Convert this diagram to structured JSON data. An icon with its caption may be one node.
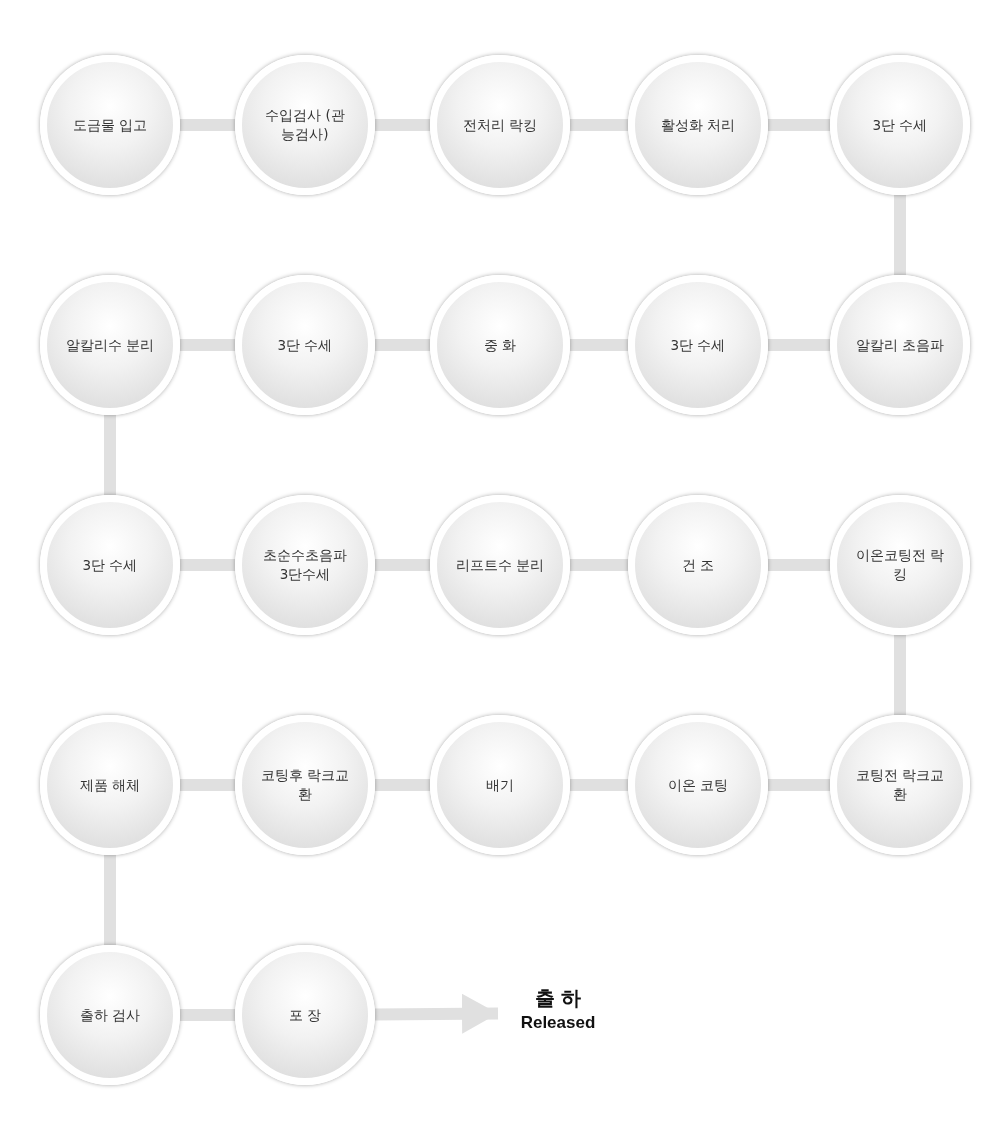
{
  "diagram": {
    "nodes": [
      {
        "text": [
          "도금물 입고"
        ]
      },
      {
        "text": [
          "수입검사 (관능검사)"
        ]
      },
      {
        "text": [
          "전처리 락킹"
        ]
      },
      {
        "text": [
          "활성화 처리"
        ]
      },
      {
        "text": [
          "3단 수세"
        ]
      },
      {
        "text": [
          "알칼리수 분리"
        ]
      },
      {
        "text": [
          "3단 수세"
        ]
      },
      {
        "text": [
          "중 화"
        ]
      },
      {
        "text": [
          "3단 수세"
        ]
      },
      {
        "text": [
          "알칼리 초음파"
        ]
      },
      {
        "text": [
          "3단 수세"
        ]
      },
      {
        "text": [
          "초순수초음파 3단수세"
        ]
      },
      {
        "text": [
          "리프트수 분리"
        ]
      },
      {
        "text": [
          "건 조"
        ]
      },
      {
        "text": [
          "이온코팅전 락킹"
        ]
      },
      {
        "text": [
          "제품 해체"
        ]
      },
      {
        "text": [
          "코팅후 락크교환"
        ]
      },
      {
        "text": [
          "배기"
        ]
      },
      {
        "text": [
          "이온 코팅"
        ]
      },
      {
        "text": [
          "코팅전 락크교환"
        ]
      },
      {
        "text": [
          "출하 검사"
        ]
      },
      {
        "text": [
          "포 장"
        ]
      },
      {
        "text": [
          "출 하",
          "Released"
        ]
      }
    ],
    "edges": [
      {
        "from": 0,
        "to": 1,
        "arrow": "none"
      },
      {
        "from": 1,
        "to": 2,
        "arrow": "none"
      },
      {
        "from": 2,
        "to": 3,
        "arrow": "none"
      },
      {
        "from": 3,
        "to": 4,
        "arrow": "none"
      },
      {
        "from": 4,
        "to": 9,
        "arrow": "none"
      },
      {
        "from": 9,
        "to": 8,
        "arrow": "none"
      },
      {
        "from": 8,
        "to": 7,
        "arrow": "none"
      },
      {
        "from": 7,
        "to": 6,
        "arrow": "none"
      },
      {
        "from": 6,
        "to": 5,
        "arrow": "none"
      },
      {
        "from": 5,
        "to": 10,
        "arrow": "none"
      },
      {
        "from": 10,
        "to": 11,
        "arrow": "none"
      },
      {
        "from": 11,
        "to": 12,
        "arrow": "none"
      },
      {
        "from": 12,
        "to": 13,
        "arrow": "none"
      },
      {
        "from": 13,
        "to": 14,
        "arrow": "none"
      },
      {
        "from": 14,
        "to": 19,
        "arrow": "none"
      },
      {
        "from": 19,
        "to": 18,
        "arrow": "none"
      },
      {
        "from": 18,
        "to": 17,
        "arrow": "none"
      },
      {
        "from": 17,
        "to": 16,
        "arrow": "none"
      },
      {
        "from": 16,
        "to": 15,
        "arrow": "none"
      },
      {
        "from": 15,
        "to": 20,
        "arrow": "none"
      },
      {
        "from": 20,
        "to": 21,
        "arrow": "none"
      },
      {
        "from": 21,
        "to": 22,
        "arrow": "to"
      }
    ]
  }
}
